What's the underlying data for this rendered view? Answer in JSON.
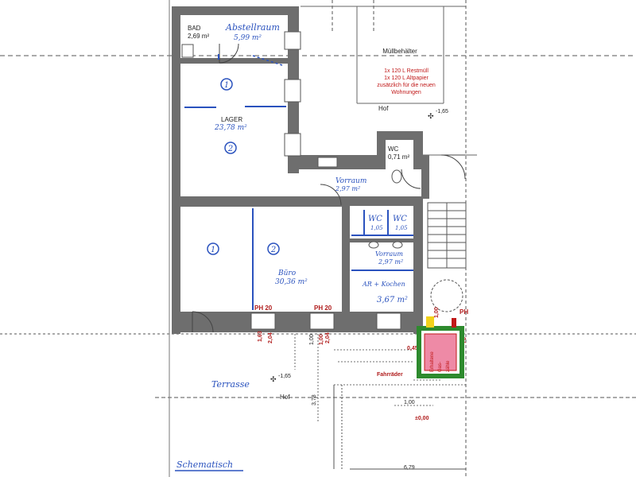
{
  "rooms": {
    "bad": {
      "name": "BAD",
      "area": "2,69 m²"
    },
    "abstellraum": {
      "name": "Abstellraum",
      "area": "5,99 m²"
    },
    "lager": {
      "name": "LAGER",
      "area": "23,78 m²"
    },
    "wc_small": {
      "name": "WC",
      "area": "0,71 m²"
    },
    "vorraum_top": {
      "name": "Vorraum",
      "area": "2,97 m²"
    },
    "wc1": {
      "name": "WC",
      "area": "1,05"
    },
    "wc2": {
      "name": "WC",
      "area": "1,05"
    },
    "vorraum_mid": {
      "name": "Vorraum",
      "area": "2,97 m²"
    },
    "ar_kochen": {
      "name": "AR + Kochen",
      "area": "3,67 m²"
    },
    "buero": {
      "name": "Büro",
      "area": "30,36 m²"
    }
  },
  "hof_top": "Hof",
  "hof_top_level": "-1,65",
  "hof_bottom": "Hof",
  "hof_bottom_level": "-1,65",
  "terrasse": "Terrasse",
  "muell": {
    "title": "Müllbehälter",
    "lines": [
      "1x 120 L Restmüll",
      "1x 120 L Altpapier",
      "zusätzlich für die neuen",
      "Wohnungen"
    ]
  },
  "circles": {
    "c1": "1",
    "c2": "2",
    "c3": "1",
    "c4": "2"
  },
  "ph_left": "PH 20",
  "ph_right": "PH 20",
  "ph_edge": "PH",
  "dims": {
    "d163": "1,63",
    "d204a": "2,04",
    "d100a": "1,00",
    "d204b": "2,04",
    "d100b": "1,00",
    "d100c": "1,00",
    "d76": "76",
    "d045": "0,45",
    "d378": "3,78",
    "d100d": "1,00",
    "d000": "±0,00",
    "d679": "6,79"
  },
  "fahrraeder": "Fahrräder",
  "gas_box": [
    "Erhaltene",
    "Gas-",
    "zähle"
  ],
  "schematisch": "Schematisch"
}
